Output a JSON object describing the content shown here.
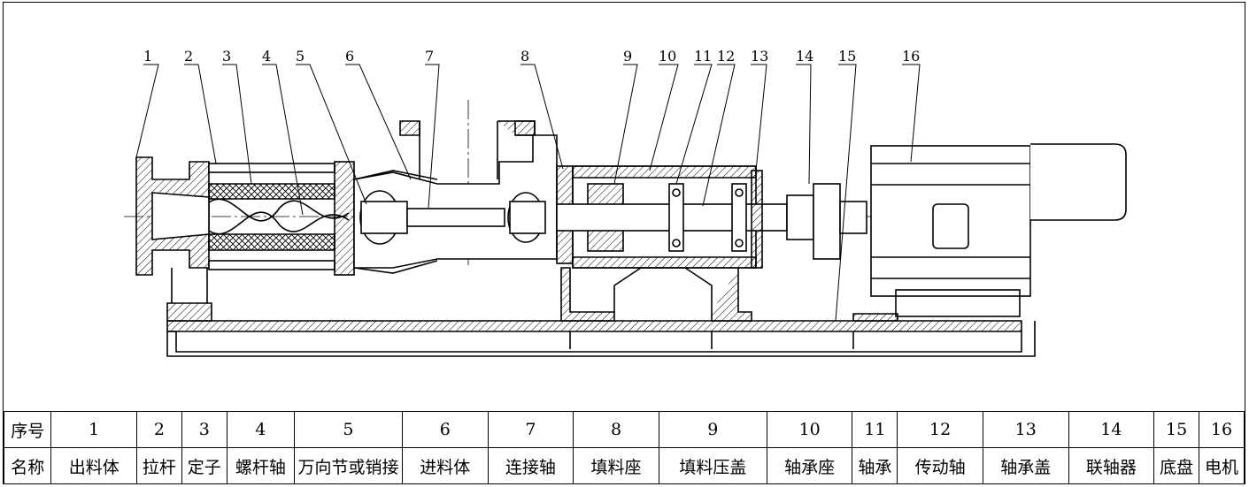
{
  "callouts": [
    "1",
    "2",
    "3",
    "4",
    "5",
    "6",
    "7",
    "8",
    "9",
    "10",
    "11",
    "12",
    "13",
    "14",
    "15",
    "16"
  ],
  "table": {
    "row_header_number": "序号",
    "row_header_name": "名称",
    "parts": [
      {
        "no": "1",
        "name": "出料体"
      },
      {
        "no": "2",
        "name": "拉杆"
      },
      {
        "no": "3",
        "name": "定子"
      },
      {
        "no": "4",
        "name": "螺杆轴"
      },
      {
        "no": "5",
        "name": "万向节或销接"
      },
      {
        "no": "6",
        "name": "进料体"
      },
      {
        "no": "7",
        "name": "连接轴"
      },
      {
        "no": "8",
        "name": "填料座"
      },
      {
        "no": "9",
        "name": "填料压盖"
      },
      {
        "no": "10",
        "name": "轴承座"
      },
      {
        "no": "11",
        "name": "轴承"
      },
      {
        "no": "12",
        "name": "传动轴"
      },
      {
        "no": "13",
        "name": "轴承盖"
      },
      {
        "no": "14",
        "name": "联轴器"
      },
      {
        "no": "15",
        "name": "底盘"
      },
      {
        "no": "16",
        "name": "电机"
      }
    ]
  }
}
